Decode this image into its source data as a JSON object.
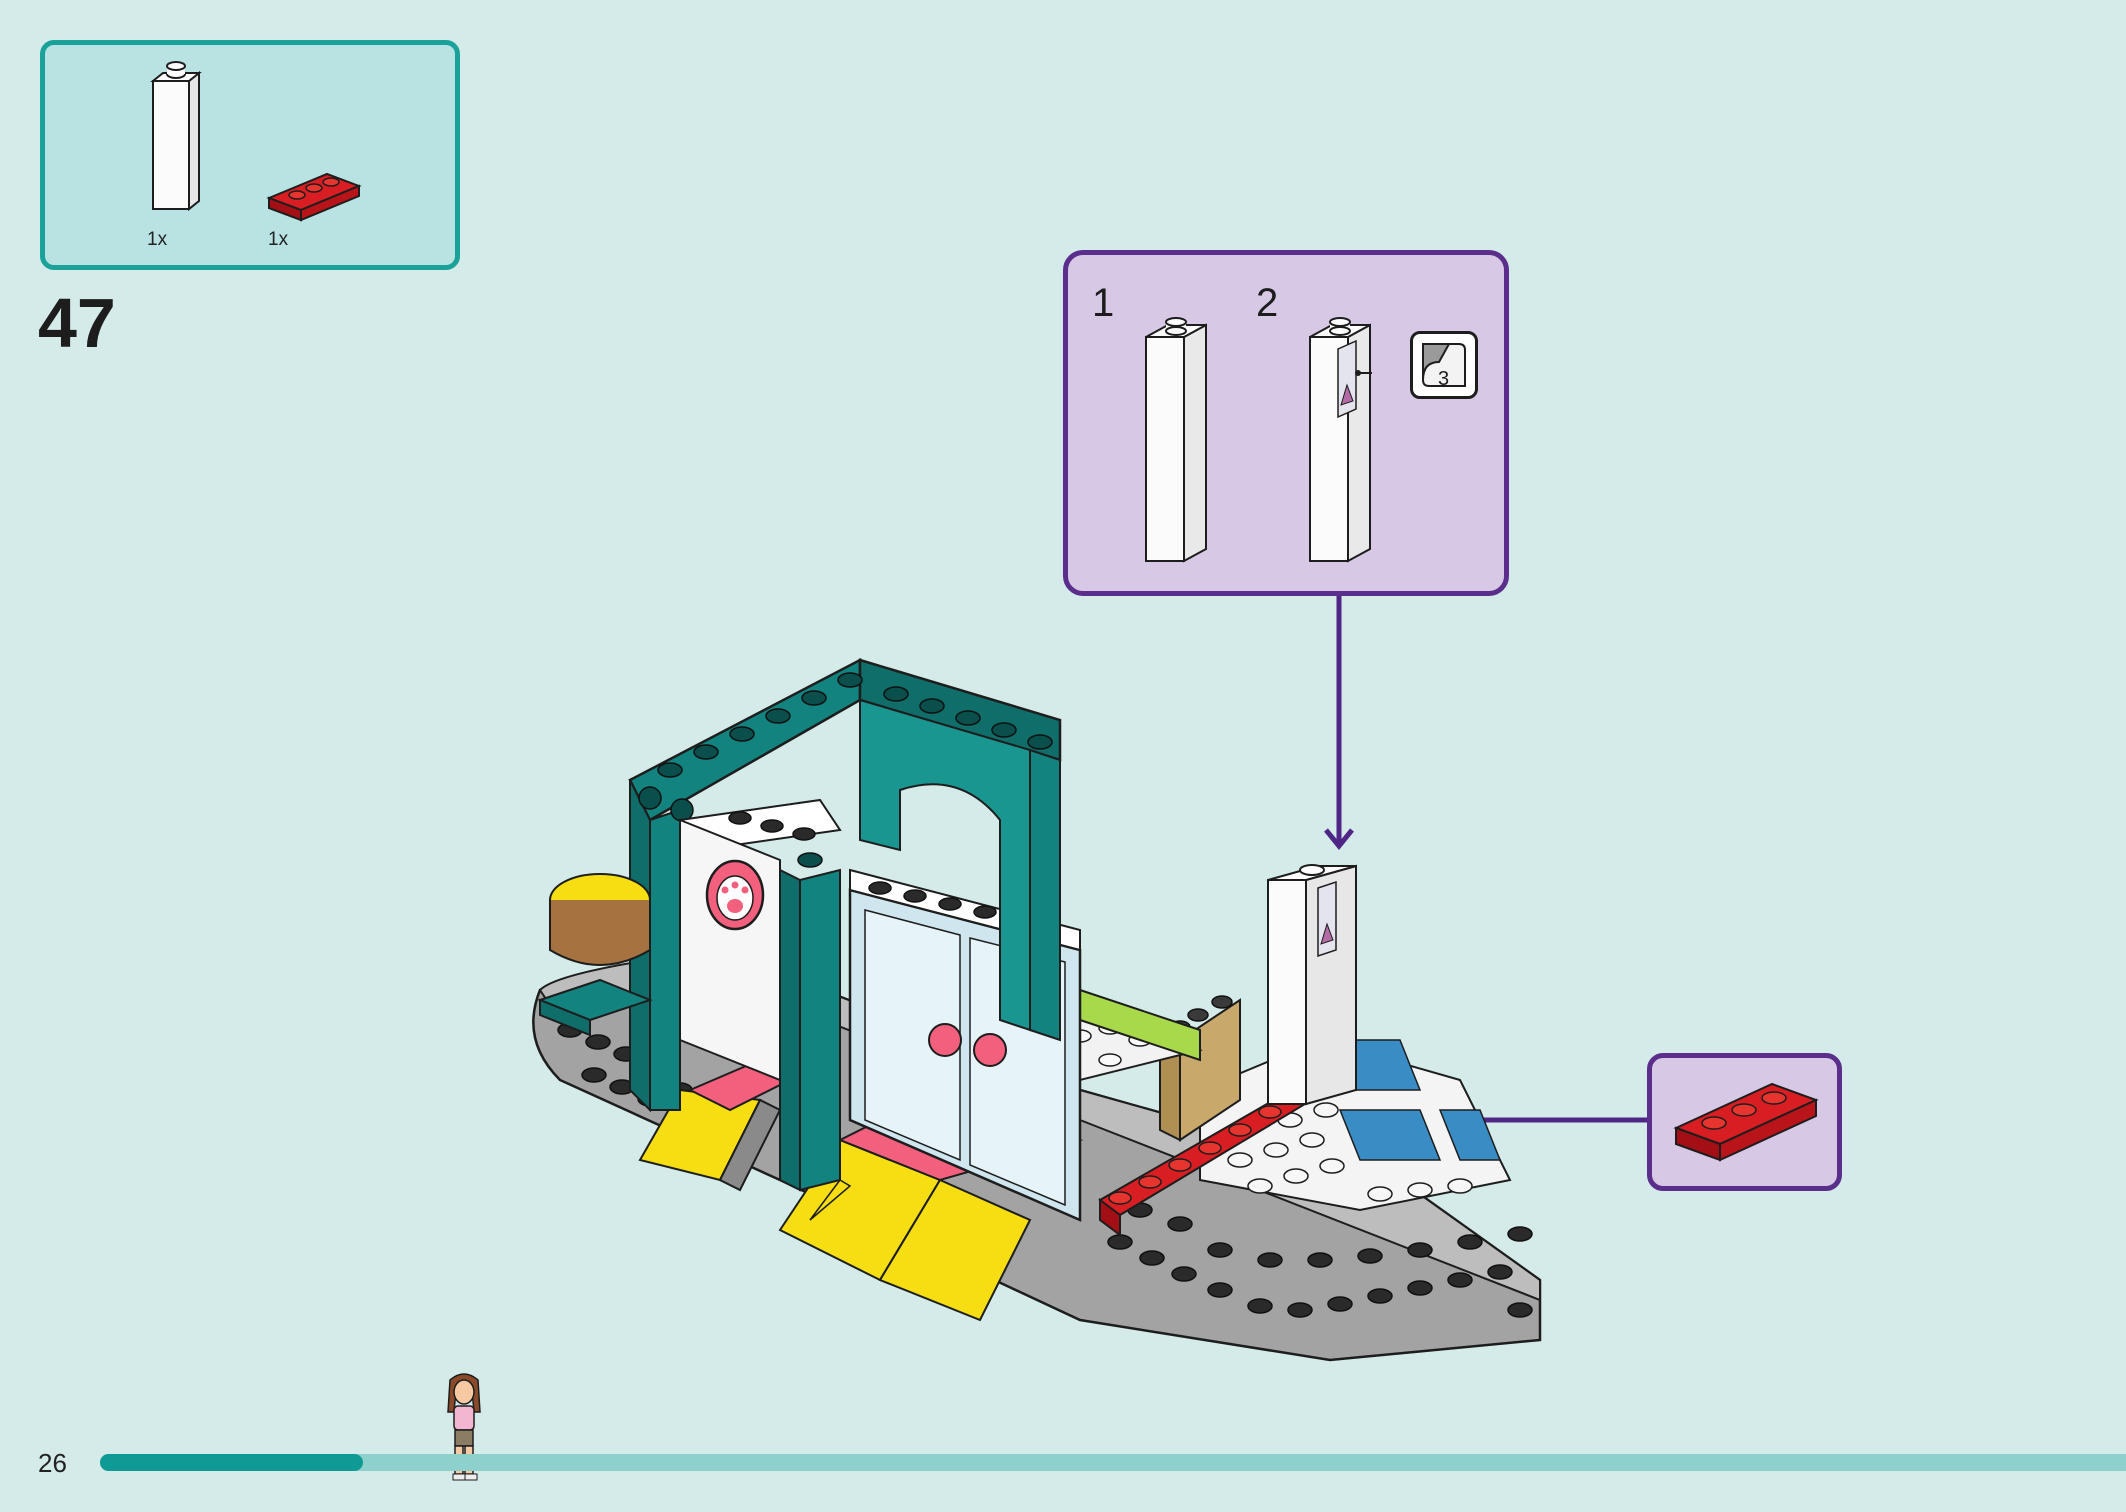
{
  "parts_list": {
    "items": [
      {
        "part": "white-1x1x5-brick",
        "quantity": "1x",
        "color": "#ffffff"
      },
      {
        "part": "red-1x3-plate",
        "quantity": "1x",
        "color": "#c8141a"
      }
    ]
  },
  "step": {
    "number": "47"
  },
  "subassembly": {
    "steps": [
      {
        "number": "1",
        "part": "white-1x1x5-brick"
      },
      {
        "number": "2",
        "part": "white-1x1x5-brick-with-sticker"
      }
    ],
    "sticker_number": "3"
  },
  "callout": {
    "part": "red-1x3-plate",
    "color": "#c8141a"
  },
  "footer": {
    "page_number": "26",
    "progress_fraction": 0.13
  },
  "colors": {
    "background": "#d4ebea",
    "parts_box_border": "#1aa19a",
    "subassembly_border": "#5b2e8c",
    "subassembly_fill": "#d7c8e6",
    "progress_fill": "#109a95",
    "progress_track": "#8ed0cb",
    "teal_brick": "#13837f",
    "red_plate": "#c8141a",
    "yellow_slope": "#f6de13",
    "pink_tile": "#f2607e",
    "gray_plate": "#9e9e9e"
  }
}
